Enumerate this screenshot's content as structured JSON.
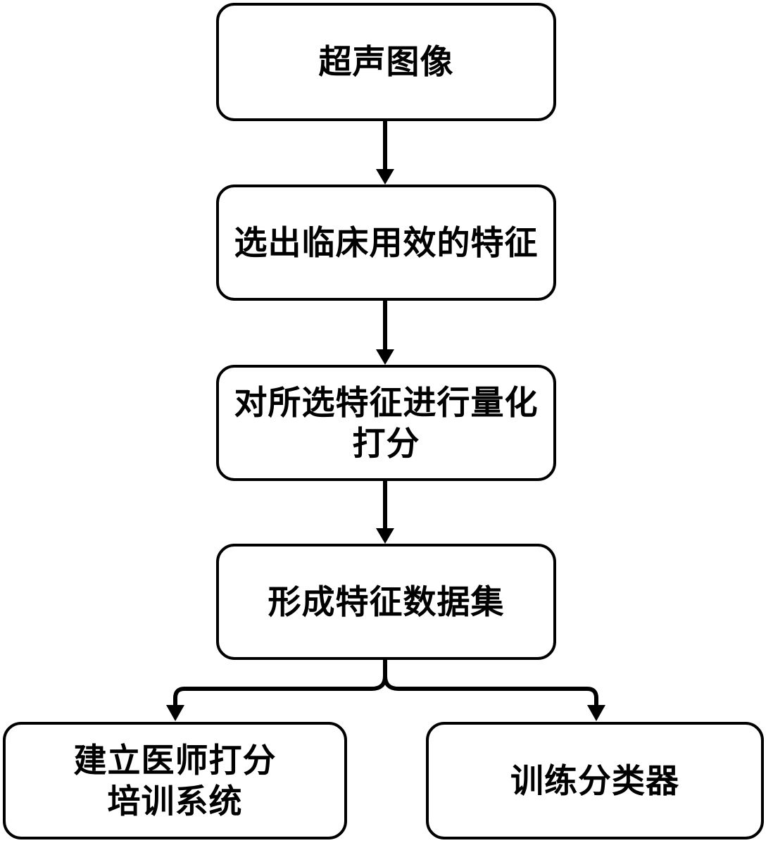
{
  "diagram": {
    "type": "flowchart",
    "colors": {
      "line": "#000000",
      "node_border": "#000000",
      "node_fill": "#ffffff",
      "text": "#000000",
      "background": "#ffffff"
    },
    "nodes": [
      {
        "id": "ultrasound-image",
        "label": "超声图像"
      },
      {
        "id": "select-clinical-features",
        "label": "选出临床用效的特征"
      },
      {
        "id": "quantitative-scoring",
        "label": "对所选特征进行量化\n打分"
      },
      {
        "id": "feature-dataset",
        "label": "形成特征数据集"
      },
      {
        "id": "physician-training-system",
        "label": "建立医师打分\n培训系统"
      },
      {
        "id": "train-classifier",
        "label": "训练分类器"
      }
    ],
    "edges": [
      {
        "from": "ultrasound-image",
        "to": "select-clinical-features"
      },
      {
        "from": "select-clinical-features",
        "to": "quantitative-scoring"
      },
      {
        "from": "quantitative-scoring",
        "to": "feature-dataset"
      },
      {
        "from": "feature-dataset",
        "to": "physician-training-system"
      },
      {
        "from": "feature-dataset",
        "to": "train-classifier"
      }
    ]
  }
}
